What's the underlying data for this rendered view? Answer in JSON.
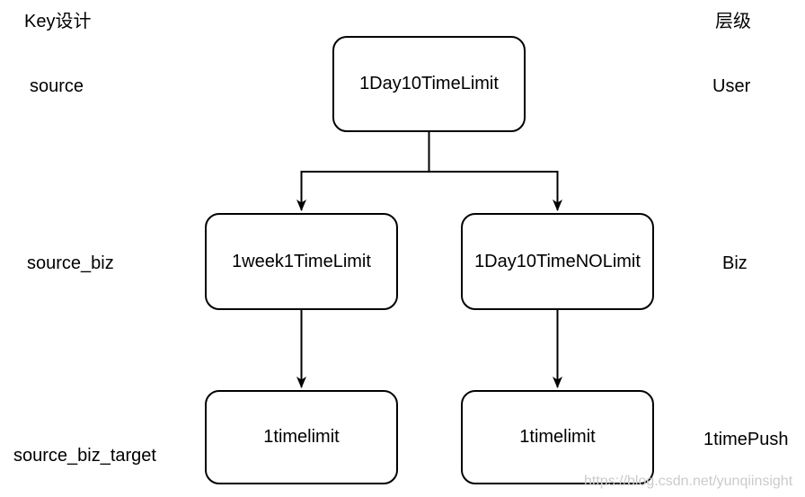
{
  "header": {
    "left": "Key设计",
    "right": "层级"
  },
  "row_labels": {
    "left": [
      "source",
      "source_biz",
      "source_biz_target"
    ],
    "right": [
      "User",
      "Biz",
      "1timePush"
    ]
  },
  "nodes": {
    "root": {
      "label": "1Day10TimeLimit"
    },
    "mid_left": {
      "label": "1week1TimeLimit"
    },
    "mid_right": {
      "label": "1Day10TimeNOLimit"
    },
    "bottom_left": {
      "label": "1timelimit"
    },
    "bottom_right": {
      "label": "1timelimit"
    }
  },
  "watermark": "https://blog.csdn.net/yunqiinsight",
  "colors": {
    "line": "#000000",
    "text": "#000000",
    "node_border": "#000000",
    "background": "#ffffff",
    "watermark": "#cbcbcb"
  }
}
